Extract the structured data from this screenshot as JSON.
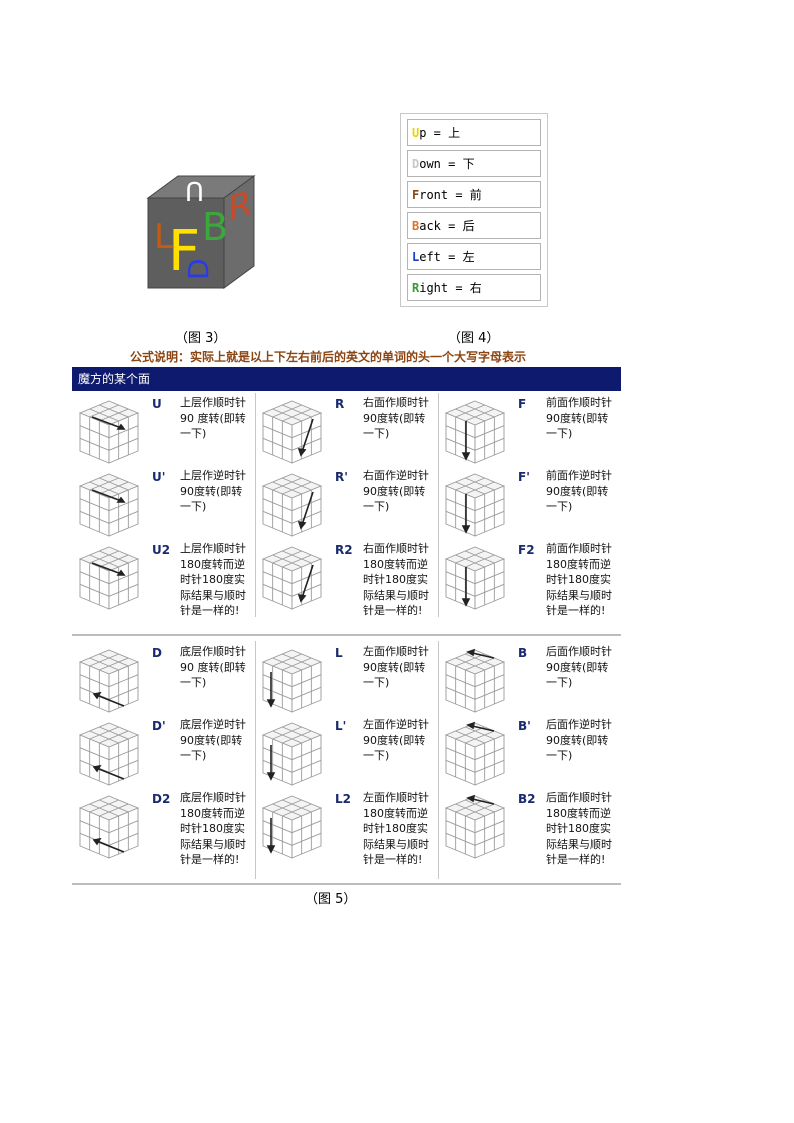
{
  "cube_letters": [
    "U",
    "F",
    "L",
    "B",
    "R",
    "D"
  ],
  "legend": [
    {
      "letter": "U",
      "rest": "p = 上",
      "color": "#e8d400"
    },
    {
      "letter": "D",
      "rest": "own = 下",
      "color": "#c8c8c8"
    },
    {
      "letter": "F",
      "rest": "ront = 前",
      "color": "#8b4513"
    },
    {
      "letter": "B",
      "rest": "ack = 后",
      "color": "#e07020"
    },
    {
      "letter": "L",
      "rest": "eft = 左",
      "color": "#1a3cc8"
    },
    {
      "letter": "R",
      "rest": "ight = 右",
      "color": "#2e9e2e"
    }
  ],
  "captions": {
    "fig3": "（图 3）",
    "fig4": "（图 4）",
    "fig5": "（图 5）"
  },
  "formula_title": "公式说明：实际上就是以上下左右前后的英文的单词的头一个大写字母表示",
  "table_header": "魔方的某个面",
  "moves": [
    {
      "move": "U",
      "desc": "上层作顺时针\n90 度转(即转\n一下)"
    },
    {
      "move": "R",
      "desc": "右面作顺时针\n90度转(即转\n一下)"
    },
    {
      "move": "F",
      "desc": "前面作顺时针\n90度转(即转\n一下)"
    },
    {
      "move": "U'",
      "desc": "上层作逆时针\n90度转(即转\n一下)"
    },
    {
      "move": "R'",
      "desc": "右面作逆时针\n90度转(即转\n一下)"
    },
    {
      "move": "F'",
      "desc": "前面作逆时针\n90度转(即转\n一下)"
    },
    {
      "move": "U2",
      "desc": "上层作顺时针\n180度转而逆\n时针180度实\n际结果与顺时\n针是一样的!"
    },
    {
      "move": "R2",
      "desc": "右面作顺时针\n180度转而逆\n时针180度实\n际结果与顺时\n针是一样的!"
    },
    {
      "move": "F2",
      "desc": "前面作顺时针\n180度转而逆\n时针180度实\n际结果与顺时\n针是一样的!"
    },
    {
      "move": "D",
      "desc": "底层作顺时针\n90 度转(即转\n一下)"
    },
    {
      "move": "L",
      "desc": "左面作顺时针\n90度转(即转\n一下)"
    },
    {
      "move": "B",
      "desc": "后面作顺时针\n90度转(即转\n一下)"
    },
    {
      "move": "D'",
      "desc": "底层作逆时针\n90度转(即转\n一下)"
    },
    {
      "move": "L'",
      "desc": "左面作逆时针\n90度转(即转\n一下)"
    },
    {
      "move": "B'",
      "desc": "后面作逆时针\n90度转(即转\n一下)"
    },
    {
      "move": "D2",
      "desc": "底层作顺时针\n180度转而逆\n时针180度实\n际结果与顺时\n针是一样的!"
    },
    {
      "move": "L2",
      "desc": "左面作顺时针\n180度转而逆\n时针180度实\n际结果与顺时\n针是一样的!"
    },
    {
      "move": "B2",
      "desc": "后面作顺时针\n180度转而逆\n时针180度实\n际结果与顺时\n针是一样的!"
    }
  ],
  "colors": {
    "header_bg": "#0d1a6e",
    "title": "#8b4513",
    "move_label": "#1a2a6e"
  },
  "icons": {
    "mini_cube": "cube-grid-icon",
    "arrow": "rotation-arrow-icon"
  }
}
